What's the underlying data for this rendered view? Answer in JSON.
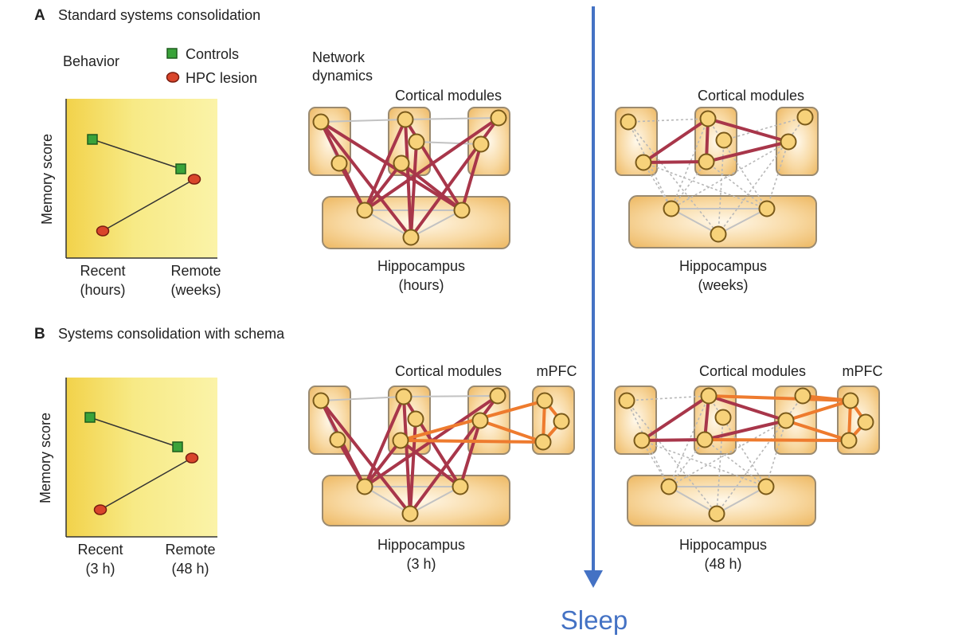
{
  "panel_a": {
    "tag": "A",
    "title": "Standard systems consolidation",
    "behavior_label": "Behavior",
    "network_label_line1": "Network",
    "network_label_line2": "dynamics",
    "legend_controls": "Controls",
    "legend_lesion": "HPC lesion",
    "y_label": "Memory score",
    "x1_line1": "Recent",
    "x1_line2": "(hours)",
    "x2_line1": "Remote",
    "x2_line2": "(weeks)",
    "net1_cortical": "Cortical modules",
    "net1_hpc_line1": "Hippocampus",
    "net1_hpc_line2": "(hours)",
    "net2_cortical": "Cortical modules",
    "net2_hpc_line1": "Hippocampus",
    "net2_hpc_line2": "(weeks)"
  },
  "panel_b": {
    "tag": "B",
    "title": "Systems consolidation with schema",
    "y_label": "Memory score",
    "x1_line1": "Recent",
    "x1_line2": "(3 h)",
    "x2_line1": "Remote",
    "x2_line2": "(48 h)",
    "net1_cortical": "Cortical modules",
    "net1_mpfc": "mPFC",
    "net1_hpc_line1": "Hippocampus",
    "net1_hpc_line2": "(3 h)",
    "net2_cortical": "Cortical modules",
    "net2_mpfc": "mPFC",
    "net2_hpc_line1": "Hippocampus",
    "net2_hpc_line2": "(48 h)"
  },
  "sleep_label": "Sleep",
  "colors": {
    "controls": "#3aa33a",
    "lesion": "#d9452b",
    "sleep_arrow": "#4472c4",
    "hpc_cortex_link": "#a8364a",
    "mpfc_link": "#ee7b2e",
    "node": "#f7d27a"
  }
}
